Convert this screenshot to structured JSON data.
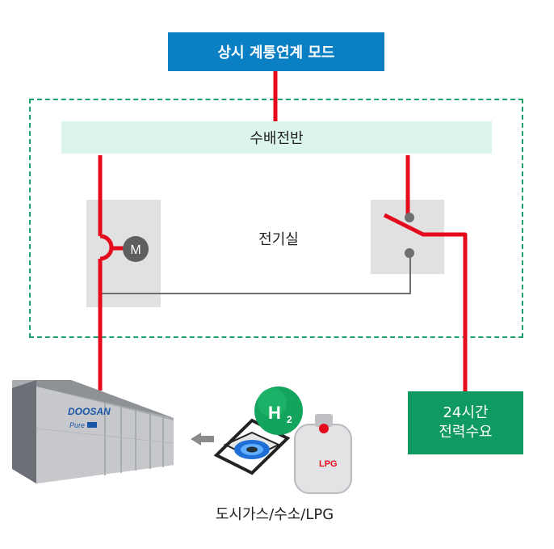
{
  "mode": {
    "label": "상시 계통연계 모드"
  },
  "panel": {
    "label": "수배전반"
  },
  "room": {
    "label": "전기실"
  },
  "motor": {
    "label": "M"
  },
  "demand": {
    "line1": "24시간",
    "line2": "전력수요"
  },
  "fuel": {
    "label": "도시가스/수소/LPG"
  },
  "h2": {
    "label": "H",
    "sub": "2"
  },
  "fuel_cell": {
    "brand": "DOOSAN",
    "model": "Pure"
  },
  "lpg_tank": {
    "label": "LPG"
  },
  "colors": {
    "line": "#e30b1c",
    "mode": "#0a7fc4",
    "demand": "#0f9a62",
    "room_border": "#1aa36a"
  }
}
